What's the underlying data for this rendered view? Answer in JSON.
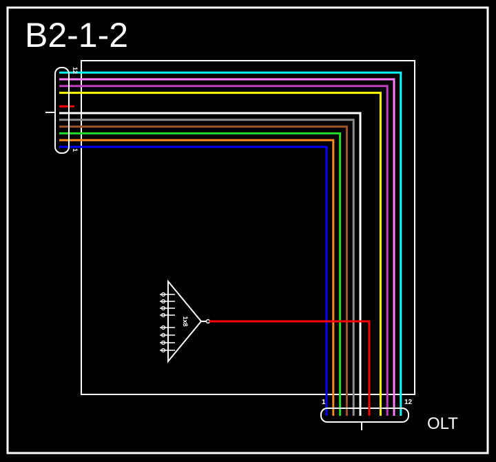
{
  "title": "B2-1-2",
  "olt_label": "OLT",
  "splitter_label": "1x8",
  "tray_top_numbers": {
    "first": "12",
    "last": "1"
  },
  "tray_bottom_numbers": {
    "first": "1",
    "last": "12"
  },
  "fiber_colors": {
    "fiber1": "#0000ff",
    "fiber2": "#ff8c1a",
    "fiber3": "#22dd22",
    "fiber4": "#a0522d",
    "fiber5": "#909090",
    "fiber6": "#ffffff",
    "fiber7": "#ff0000",
    "fiber8": "#000000",
    "fiber9": "#ffff00",
    "fiber10": "#c040c0",
    "fiber11": "#ff80ff",
    "fiber12": "#00ffff"
  },
  "splitter_output_ports": [
    "o",
    "o",
    "o",
    "o",
    "o",
    "o",
    "o",
    "o"
  ]
}
